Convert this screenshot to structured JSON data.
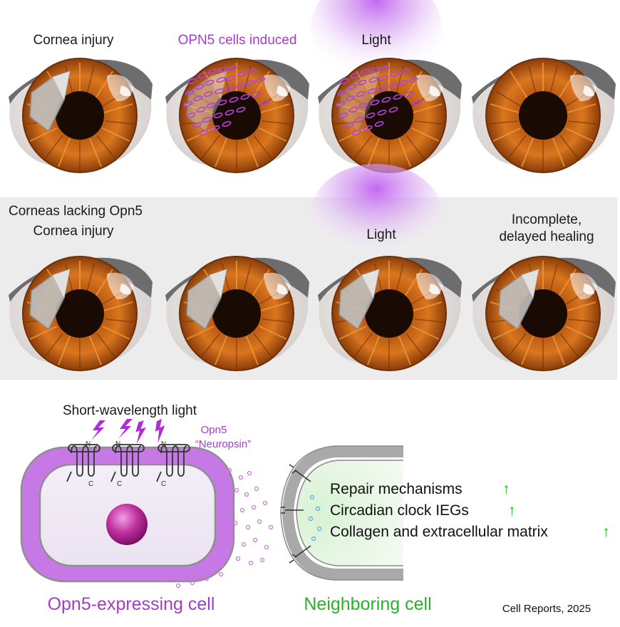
{
  "row1": {
    "labels": [
      "Cornea injury",
      "OPN5 cells induced",
      "Light",
      ""
    ]
  },
  "row2": {
    "title": "Corneas lacking Opn5",
    "labels": [
      "Cornea injury",
      "",
      "Light",
      "Incomplete,",
      "delayed healing"
    ]
  },
  "mechanism": {
    "light_label": "Short-wavelength light",
    "opn5_label": "Opn5",
    "neuropsin_label": "“Neuropsin”",
    "n_terminal": "N",
    "c_terminal": "C",
    "effects": [
      {
        "text": "Repair mechanisms",
        "arrow": "↑"
      },
      {
        "text": "Circadian clock IEGs",
        "arrow": "↑"
      },
      {
        "text": "Collagen and extracellular matrix",
        "arrow": "↑"
      }
    ],
    "cell_label": "Opn5-expressing cell",
    "neighbor_label": "Neighboring cell"
  },
  "citation": "Cell Reports, 2025",
  "colors": {
    "purple_text": "#a23ec6",
    "violet_light": "#c66ae6",
    "green_text": "#2dae2d",
    "green_arrow": "#19c019",
    "iris": "#c8641a",
    "panel_gray": "#ececec"
  }
}
